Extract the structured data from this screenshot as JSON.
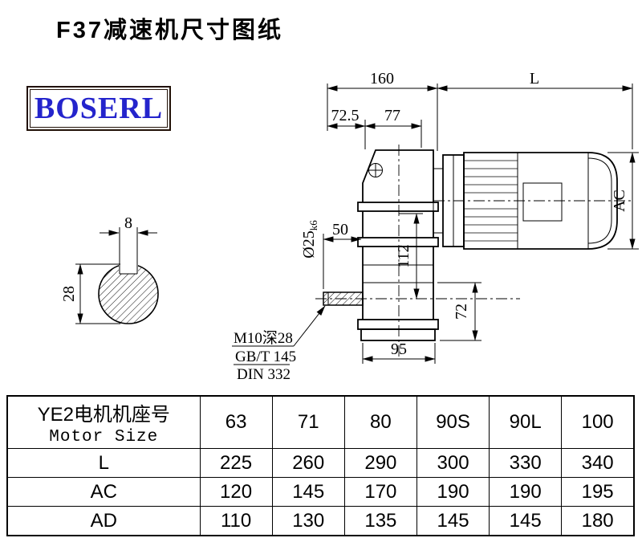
{
  "page": {
    "title": "F37减速机尺寸图纸"
  },
  "logo": {
    "text": "BOSERL"
  },
  "drawing": {
    "dim_160": "160",
    "dim_L": "L",
    "dim_72_5": "72.5",
    "dim_77": "77",
    "dim_8": "8",
    "dim_28": "28",
    "shaft_dia_main": "Ø25",
    "shaft_dia_tol": "k6",
    "dim_50": "50",
    "dim_112": "112",
    "dim_AC": "AC",
    "dim_72": "72",
    "dim_95": "95",
    "note_thread": "M10深28",
    "note_std1": "GB/T 145",
    "note_std2": "DIN 332"
  },
  "table": {
    "header": {
      "line1": "YE2电机机座号",
      "line2": "Motor Size"
    },
    "sizes": [
      "63",
      "71",
      "80",
      "90S",
      "90L",
      "100"
    ],
    "rows": [
      {
        "label": "L",
        "values": [
          "225",
          "260",
          "290",
          "300",
          "330",
          "340"
        ]
      },
      {
        "label": "AC",
        "values": [
          "120",
          "145",
          "170",
          "190",
          "190",
          "195"
        ]
      },
      {
        "label": "AD",
        "values": [
          "110",
          "130",
          "135",
          "145",
          "145",
          "180"
        ]
      }
    ]
  }
}
